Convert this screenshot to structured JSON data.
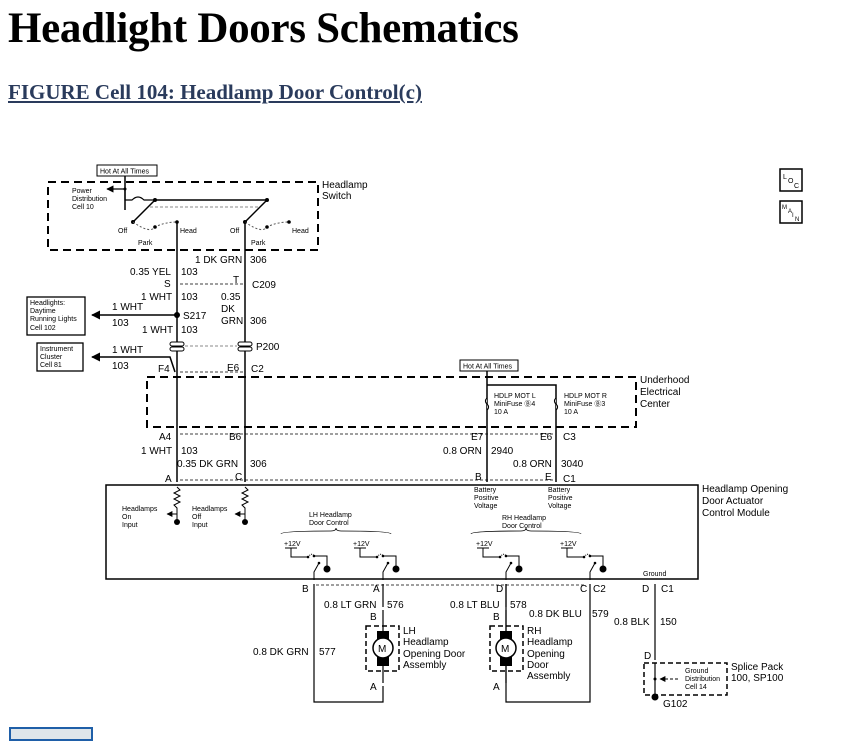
{
  "page": {
    "title": "Headlight Doors Schematics",
    "figure_link": "FIGURE Cell 104: Headlamp Door Control(c)"
  },
  "nav_icons": {
    "loc": "LOC",
    "main": "MAIN"
  },
  "schematic": {
    "hot_label_1": "Hot At All Times",
    "hot_label_2": "Hot At All Times",
    "headlamp_switch": {
      "name_1": "Headlamp",
      "name_2": "Switch",
      "power_dist": [
        "Power",
        "Distribution",
        "Cell 10"
      ],
      "off_1": "Off",
      "park_1": "Park",
      "head_1": "Head",
      "off_2": "Off",
      "park_2": "Park",
      "head_2": "Head"
    },
    "wires": {
      "w306_top": {
        "gauge": "1 DK GRN",
        "circuit": "306"
      },
      "w103_yel": {
        "gauge": "0.35 YEL",
        "circuit": "103"
      },
      "c209": {
        "pin_left": "S",
        "pin_right": "T",
        "name": "C209"
      },
      "w103_wht_a": {
        "gauge": "1 WHT",
        "circuit": "103"
      },
      "w306_mid": {
        "gauge_1": "0.35",
        "gauge_2": "DK",
        "gauge_3": "GRN",
        "circuit": "306"
      },
      "drl_branch": {
        "gauge": "1 WHT",
        "circuit": "103"
      },
      "s217": "S217",
      "w103_wht_b": {
        "gauge": "1 WHT",
        "circuit": "103"
      },
      "p200": "P200",
      "ic_branch": {
        "gauge": "1 WHT",
        "circuit": "103"
      },
      "c2": {
        "pin_left": "F4",
        "pin_right": "E6",
        "name": "C2"
      },
      "w103_lower": {
        "gauge": "1 WHT",
        "circuit": "103"
      },
      "w306_lower": {
        "gauge": "0.35 DK GRN",
        "circuit": "306"
      },
      "w2940": {
        "gauge": "0.8 ORN",
        "circuit": "2940"
      },
      "w3040": {
        "gauge": "0.8 ORN",
        "circuit": "3040"
      },
      "w576": {
        "gauge": "0.8 LT GRN",
        "circuit": "576"
      },
      "w577": {
        "gauge": "0.8 DK GRN",
        "circuit": "577"
      },
      "w578": {
        "gauge": "0.8 LT BLU",
        "circuit": "578"
      },
      "w579": {
        "gauge": "0.8 DK BLU",
        "circuit": "579"
      },
      "w150": {
        "gauge": "0.8 BLK",
        "circuit": "150"
      }
    },
    "refs": {
      "drl": [
        "Headlights:",
        "Daytime",
        "Running Lights",
        "Cell 102"
      ],
      "ic": [
        "Instrument",
        "Cluster",
        "Cell 81"
      ],
      "ground_dist": [
        "Ground",
        "Distribution",
        "Cell 14"
      ]
    },
    "uec": {
      "name": [
        "Underhood",
        "Electrical",
        "Center"
      ],
      "fuse_l": [
        "HDLP MOT L",
        "MiniFuse Ⓑ4",
        "10 A"
      ],
      "fuse_r": [
        "HDLP MOT R",
        "MiniFuse Ⓑ3",
        "10 A"
      ],
      "pins": {
        "a4": "A4",
        "b6": "B6",
        "e7": "E7",
        "e6": "E6",
        "c3": "C3"
      }
    },
    "module": {
      "name": [
        "Headlamp Opening",
        "Door Actuator",
        "Control Module"
      ],
      "on_input": [
        "Headlamps",
        "On",
        "Input"
      ],
      "off_input": [
        "Headlamps",
        "Off",
        "Input"
      ],
      "batt_1": [
        "Battery",
        "Positive",
        "Voltage"
      ],
      "batt_2": [
        "Battery",
        "Positive",
        "Voltage"
      ],
      "lh_control": [
        "LH Headlamp",
        "Door Control"
      ],
      "rh_control": [
        "RH Headlamp",
        "Door Control"
      ],
      "v12": "+12V",
      "ground": "Ground",
      "top_pins": {
        "a": "A",
        "c": "C",
        "b": "B",
        "e": "E",
        "c1": "C1"
      },
      "bottom_pins": {
        "b": "B",
        "a": "A",
        "d": "D",
        "c": "C",
        "c2": "C2",
        "d2": "D",
        "c1": "C1"
      }
    },
    "lh_motor": {
      "name": [
        "LH",
        "Headlamp",
        "Opening Door",
        "Assembly"
      ],
      "pin_b": "B",
      "pin_a": "A",
      "m": "M"
    },
    "rh_motor": {
      "name": [
        "RH",
        "Headlamp",
        "Opening",
        "Door",
        "Assembly"
      ],
      "pin_b": "B",
      "pin_a": "A",
      "m": "M"
    },
    "splice": {
      "name_1": "Splice Pack",
      "name_2": "100, SP100",
      "pin": "D",
      "ground": "G102"
    }
  }
}
